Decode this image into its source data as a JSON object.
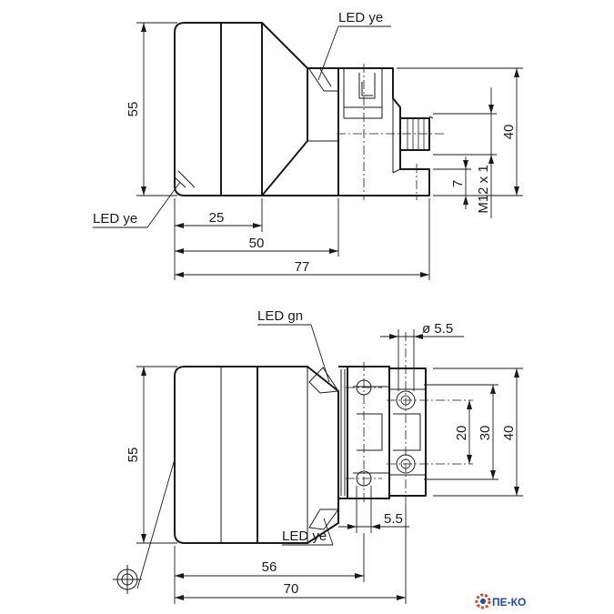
{
  "top_view": {
    "dim_height": "55",
    "dim_depth_25": "25",
    "dim_depth_50": "50",
    "dim_depth_77": "77",
    "dim_connector_40": "40",
    "dim_connector_7": "7",
    "thread_label": "M12 x 1",
    "led_top_label": "LED ye",
    "led_bottom_label": "LED ye"
  },
  "bottom_view": {
    "dim_height": "55",
    "dim_hole_dia": "ø 5.5",
    "dim_spacing_20": "20",
    "dim_spacing_30": "30",
    "dim_spacing_40": "40",
    "dim_offset_55": "5.5",
    "dim_depth_56": "56",
    "dim_depth_70": "70",
    "led_green_label": "LED gn",
    "led_yellow_label": "LED ye"
  },
  "watermark": {
    "text": "ПЕ-КО"
  }
}
